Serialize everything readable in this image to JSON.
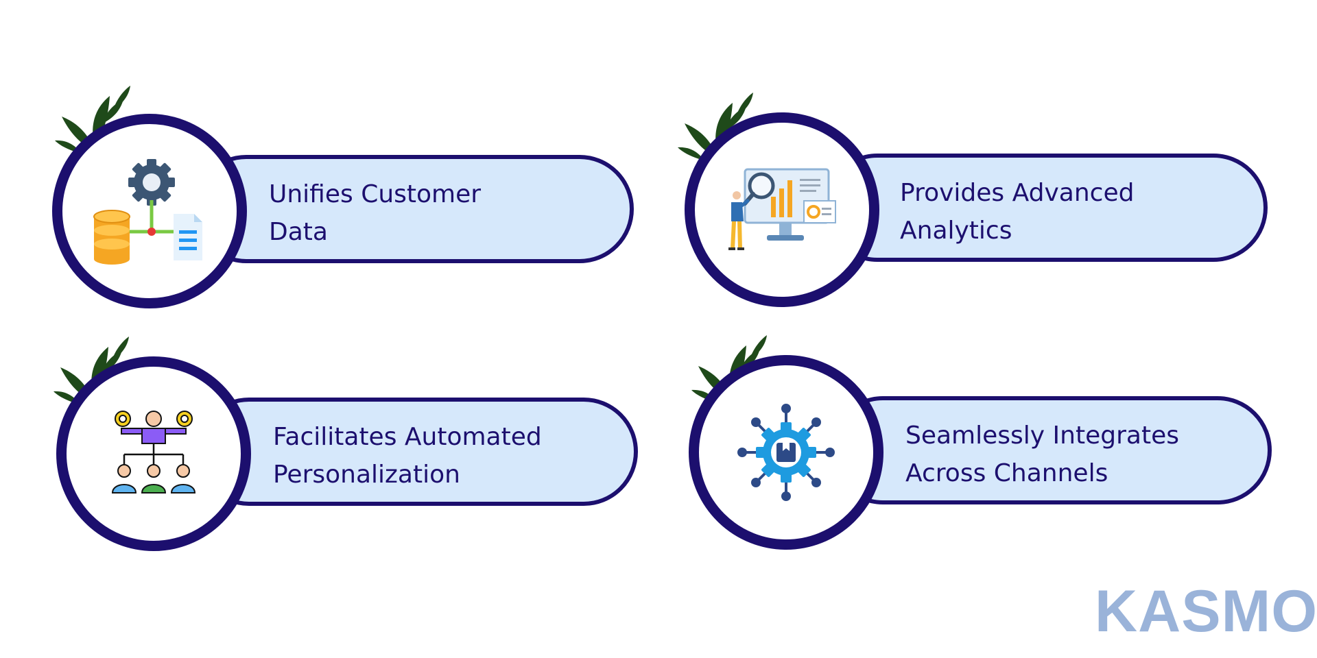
{
  "features": [
    {
      "line1": "Unifies Customer",
      "line2": "Data",
      "icon": "database-gear-document-icon"
    },
    {
      "line1": "Provides Advanced",
      "line2": "Analytics",
      "icon": "analytics-dashboard-icon"
    },
    {
      "line1": "Facilitates Automated",
      "line2": "Personalization",
      "icon": "people-hierarchy-gears-icon"
    },
    {
      "line1": "Seamlessly Integrates",
      "line2": "Across Channels",
      "icon": "integration-hub-icon"
    }
  ],
  "brand": {
    "name": "KASMO"
  },
  "colors": {
    "outline": "#1c0f6e",
    "pill_fill": "#d6e8fb",
    "text": "#1c0f6e",
    "brand": "#9ab3d9",
    "leaf": "#1f4a1a"
  }
}
